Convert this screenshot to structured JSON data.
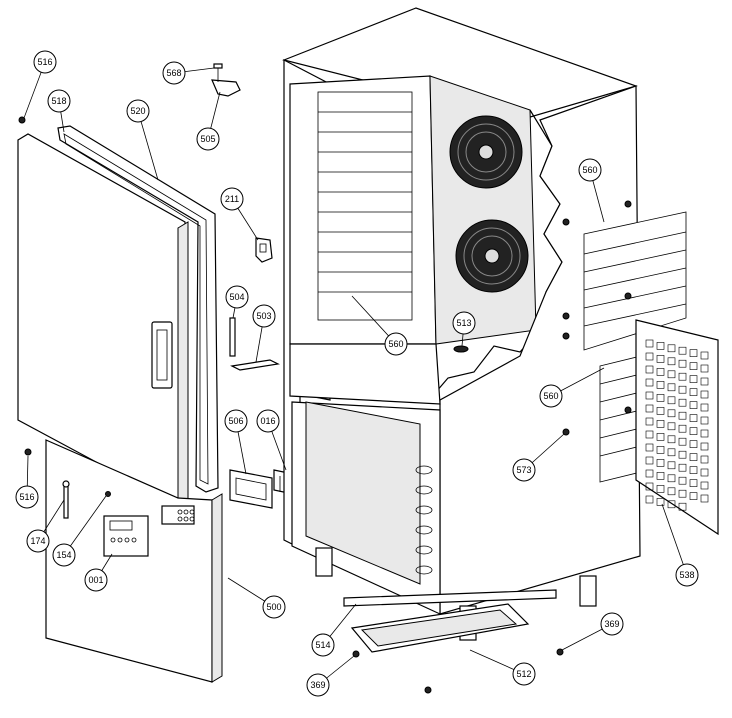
{
  "callouts": [
    {
      "id": "c516a",
      "label": "516"
    },
    {
      "id": "c518",
      "label": "518"
    },
    {
      "id": "c520",
      "label": "520"
    },
    {
      "id": "c568",
      "label": "568"
    },
    {
      "id": "c505",
      "label": "505"
    },
    {
      "id": "c211",
      "label": "211"
    },
    {
      "id": "c504",
      "label": "504"
    },
    {
      "id": "c503",
      "label": "503"
    },
    {
      "id": "c506",
      "label": "506"
    },
    {
      "id": "c016",
      "label": "016"
    },
    {
      "id": "c516b",
      "label": "516"
    },
    {
      "id": "c174",
      "label": "174"
    },
    {
      "id": "c154",
      "label": "154"
    },
    {
      "id": "c001",
      "label": "001"
    },
    {
      "id": "c500",
      "label": "500"
    },
    {
      "id": "c514",
      "label": "514"
    },
    {
      "id": "c369a",
      "label": "369"
    },
    {
      "id": "c512",
      "label": "512"
    },
    {
      "id": "c369b",
      "label": "369"
    },
    {
      "id": "c560a",
      "label": "560"
    },
    {
      "id": "c513",
      "label": "513"
    },
    {
      "id": "c560b",
      "label": "560"
    },
    {
      "id": "c560c",
      "label": "560"
    },
    {
      "id": "c573",
      "label": "573"
    },
    {
      "id": "c538",
      "label": "538"
    }
  ]
}
